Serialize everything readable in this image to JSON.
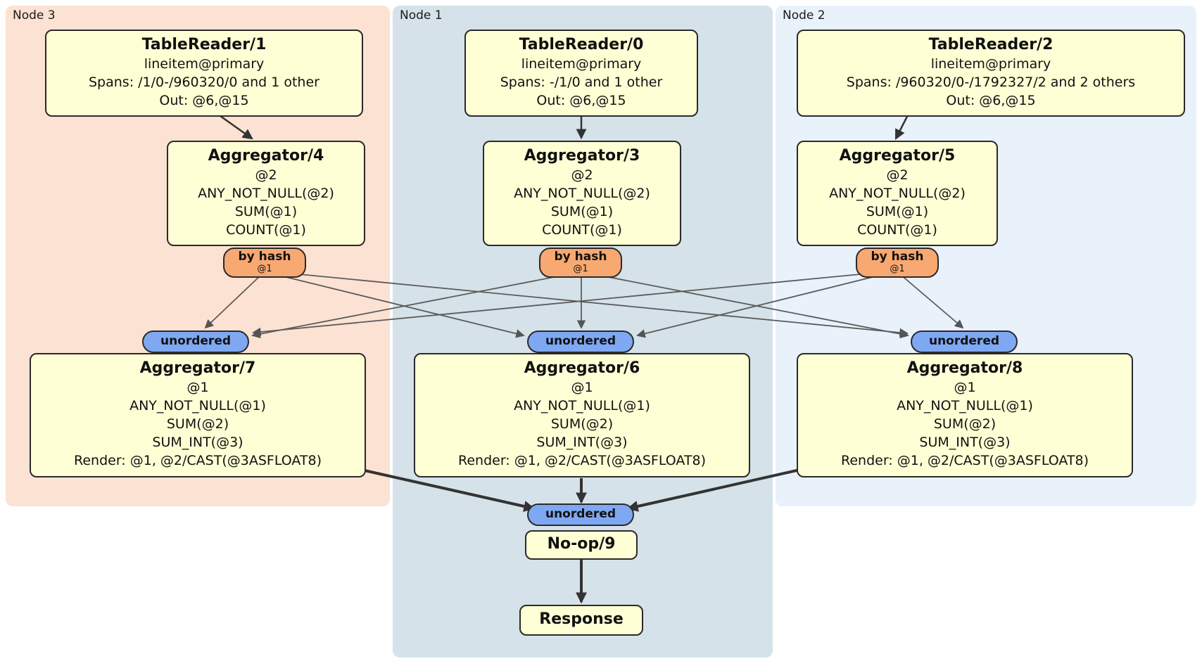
{
  "nodes": {
    "node3": {
      "label": "Node 3"
    },
    "node1": {
      "label": "Node 1"
    },
    "node2": {
      "label": "Node 2"
    }
  },
  "processors": {
    "tablereader1": {
      "title": "TableReader/1",
      "table": "lineitem@primary",
      "spans": "Spans: /1/0-/960320/0 and 1 other",
      "out": "Out: @6,@15"
    },
    "tablereader0": {
      "title": "TableReader/0",
      "table": "lineitem@primary",
      "spans": "Spans: -/1/0 and 1 other",
      "out": "Out: @6,@15"
    },
    "tablereader2": {
      "title": "TableReader/2",
      "table": "lineitem@primary",
      "spans": "Spans: /960320/0-/1792327/2 and 2 others",
      "out": "Out: @6,@15"
    },
    "aggregator4": {
      "title": "Aggregator/4",
      "group": "@2",
      "exprs": [
        "ANY_NOT_NULL(@2)",
        "SUM(@1)",
        "COUNT(@1)"
      ]
    },
    "aggregator3": {
      "title": "Aggregator/3",
      "group": "@2",
      "exprs": [
        "ANY_NOT_NULL(@2)",
        "SUM(@1)",
        "COUNT(@1)"
      ]
    },
    "aggregator5": {
      "title": "Aggregator/5",
      "group": "@2",
      "exprs": [
        "ANY_NOT_NULL(@2)",
        "SUM(@1)",
        "COUNT(@1)"
      ]
    },
    "aggregator7": {
      "title": "Aggregator/7",
      "group": "@1",
      "exprs": [
        "ANY_NOT_NULL(@1)",
        "SUM(@2)",
        "SUM_INT(@3)"
      ],
      "render": "Render: @1, @2/CAST(@3ASFLOAT8)"
    },
    "aggregator6": {
      "title": "Aggregator/6",
      "group": "@1",
      "exprs": [
        "ANY_NOT_NULL(@1)",
        "SUM(@2)",
        "SUM_INT(@3)"
      ],
      "render": "Render: @1, @2/CAST(@3ASFLOAT8)"
    },
    "aggregator8": {
      "title": "Aggregator/8",
      "group": "@1",
      "exprs": [
        "ANY_NOT_NULL(@1)",
        "SUM(@2)",
        "SUM_INT(@3)"
      ],
      "render": "Render: @1, @2/CAST(@3ASFLOAT8)"
    },
    "noop9": {
      "title": "No-op/9"
    },
    "response": {
      "title": "Response"
    }
  },
  "routers": {
    "by_hash_label": "by hash",
    "by_hash_key": "@1",
    "unordered_label": "unordered"
  },
  "colors": {
    "node3_bg": "#fbe2d2",
    "node1_bg": "#d5e2e9",
    "node2_bg": "#e9f1fb",
    "processor_bg": "#ffffd6",
    "hash_router_bg": "#f8a871",
    "unordered_router_bg": "#7fa8f2",
    "edge": "#333333"
  }
}
